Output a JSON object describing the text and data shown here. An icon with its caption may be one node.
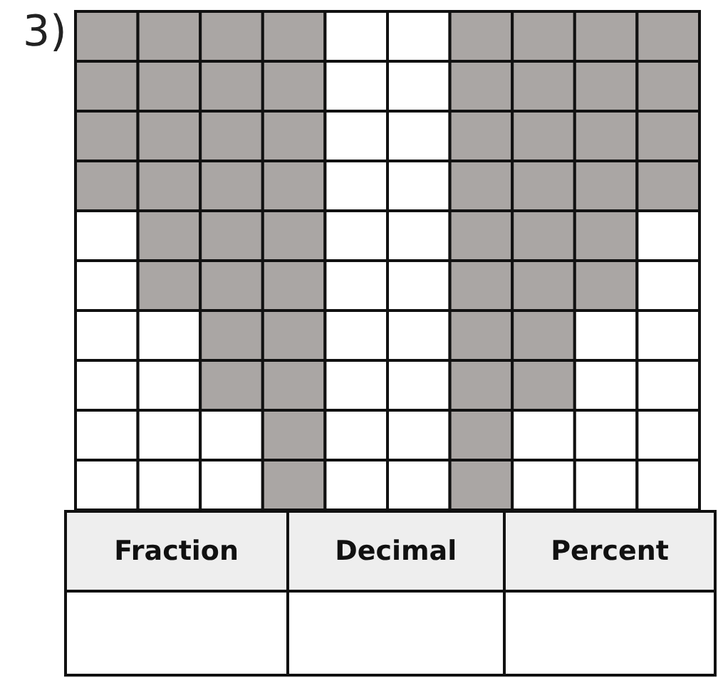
{
  "diagram": {
    "labels": [
      "3)",
      "Fraction",
      "Decimal",
      "Percent"
    ]
  }
}
